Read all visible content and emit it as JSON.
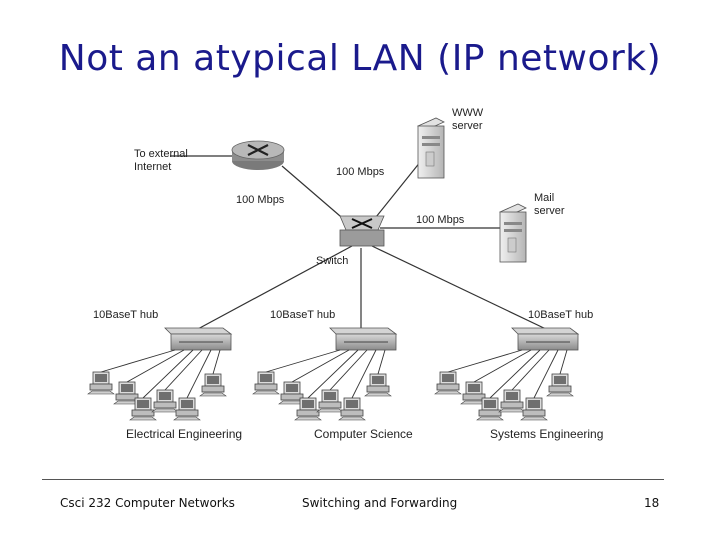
{
  "slide": {
    "title": "Not an atypical LAN (IP network)"
  },
  "diagram": {
    "external_label_line1": "To external",
    "external_label_line2": "Internet",
    "www_label_line1": "WWW",
    "www_label_line2": "server",
    "mail_label_line1": "Mail",
    "mail_label_line2": "server",
    "switch_label": "Switch",
    "link_router_speed": "100 Mbps",
    "link_www_speed": "100 Mbps",
    "link_mail_speed": "100 Mbps",
    "hubs": [
      {
        "hub_label": "10BaseT hub",
        "dept": "Electrical Engineering"
      },
      {
        "hub_label": "10BaseT hub",
        "dept": "Computer Science"
      },
      {
        "hub_label": "10BaseT hub",
        "dept": "Systems Engineering"
      }
    ]
  },
  "footer": {
    "left": "Csci 232 Computer Networks",
    "center": "Switching and Forwarding",
    "page": "18"
  },
  "colors": {
    "title": "#1a1a8c",
    "device_gray": "#9a9a9a",
    "line": "#333333"
  }
}
